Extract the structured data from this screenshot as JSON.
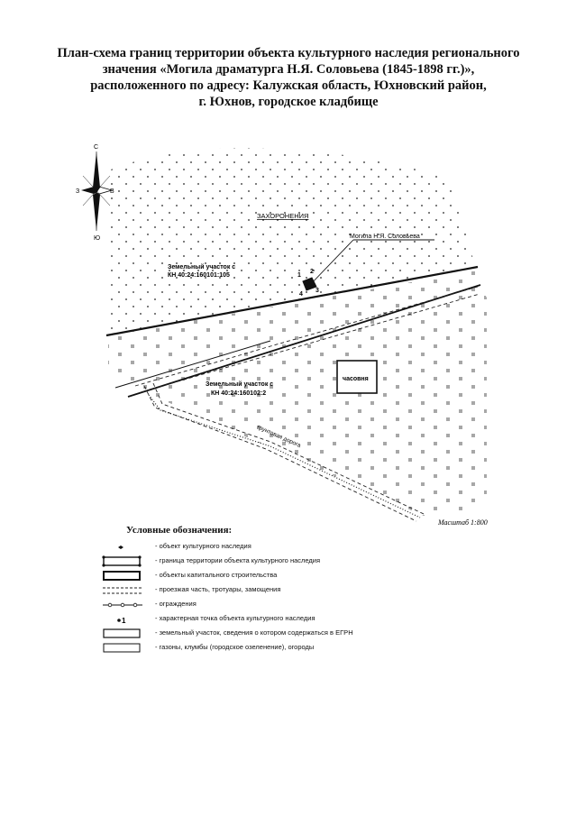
{
  "title": {
    "line1": "План-схема границ территории объекта культурного наследия регионального",
    "line2": "значения «Могила драматурга Н.Я. Соловьева (1845-1898 гг.)»,",
    "line3": "расположенного по адресу: Калужская область, Юхновский район,",
    "line4": "г. Юхнов, городское кладбище"
  },
  "compass": {
    "north": "С",
    "south": "Ю",
    "west": "З",
    "east": "В"
  },
  "map": {
    "burials_label": "ЗАХОРОНЕНИЯ",
    "grave_label": "Могила Н.Я. Соловьева",
    "plot1_line1": "Земельный участок с",
    "plot1_line2": "КН 40:24:160101:105",
    "plot2_line1": "Земельный участок с",
    "plot2_line2": "КН 40:24:160102:2",
    "chapel_label": "часовня",
    "road_label": "грунтовая дорога",
    "points": [
      "1",
      "2",
      "3",
      "4"
    ],
    "scale": "Масштаб 1:800"
  },
  "legend": {
    "title": "Условные обозначения:",
    "items": [
      "- объект культурного наследия",
      "- граница территории объекта культурного наследия",
      "- объекты капитального строительства",
      "- проезжая часть, тротуары, замощения",
      "- ограждения",
      "- характерная точка объекта культурного наследия",
      "- земельный участок, сведения о котором содержаться в ЕГРН",
      "- газоны, клумбы (городское озеленение), огороды"
    ],
    "point_symbol": "1"
  }
}
